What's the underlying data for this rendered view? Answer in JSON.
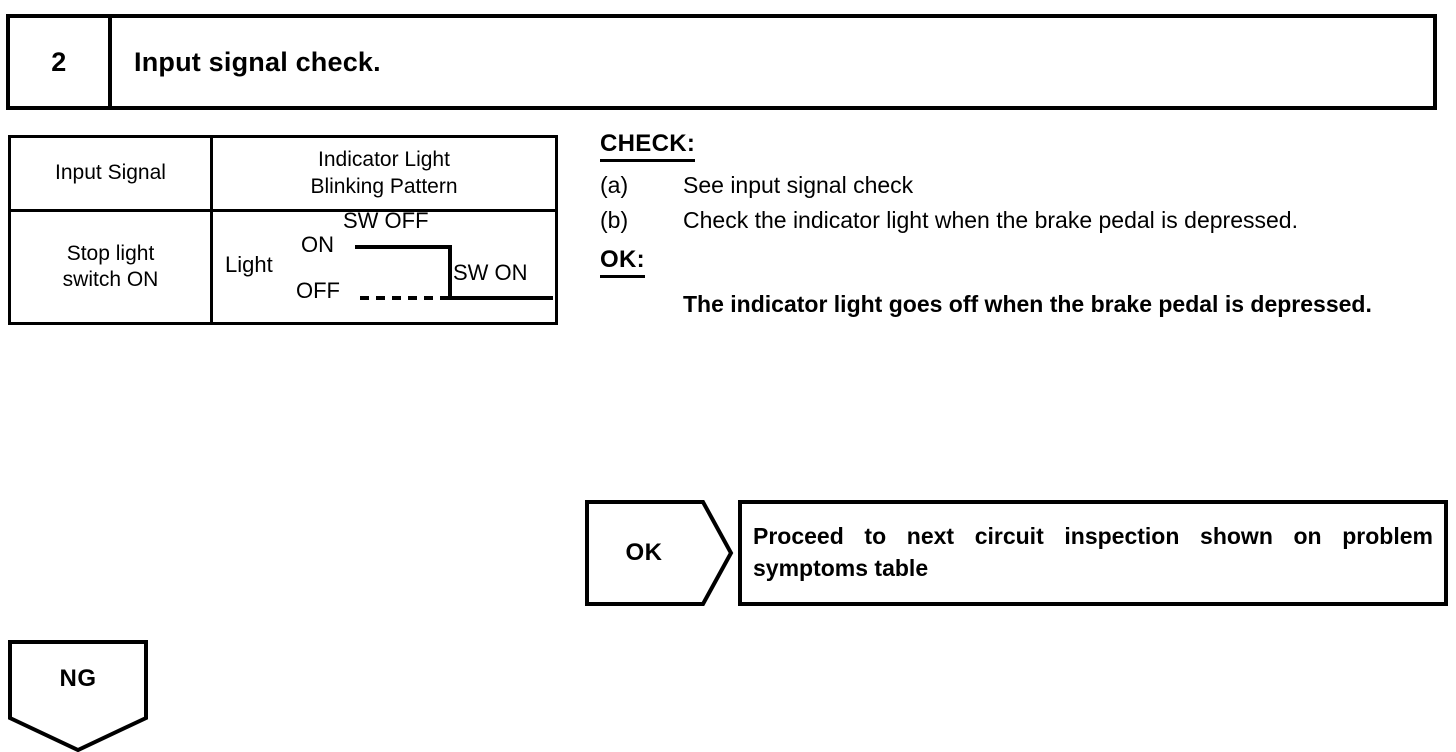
{
  "step": {
    "number": "2",
    "title": "Input signal check."
  },
  "signal_table": {
    "headers": {
      "input_signal": "Input Signal",
      "blinking_pattern": "Indicator Light\nBlinking Pattern"
    },
    "row": {
      "input_signal": "Stop light\nswitch ON",
      "waveform": {
        "series_label": "Light",
        "high_label": "ON",
        "low_label": "OFF",
        "annotation_high": "SW OFF",
        "annotation_low": "SW ON"
      }
    }
  },
  "check_section": {
    "heading": "CHECK:",
    "items": [
      {
        "marker": "(a)",
        "text": "See input signal check"
      },
      {
        "marker": "(b)",
        "text": "Check the indicator light when the brake pedal is depressed."
      }
    ],
    "ok_heading": "OK:",
    "ok_statement": "The indicator light goes off when the brake pedal is depressed."
  },
  "ok_branch": {
    "label": "OK",
    "result": "Proceed to next circuit inspection shown on problem symptoms table"
  },
  "ng_branch": {
    "label": "NG"
  },
  "colors": {
    "ink": "#000000",
    "paper": "#ffffff"
  }
}
